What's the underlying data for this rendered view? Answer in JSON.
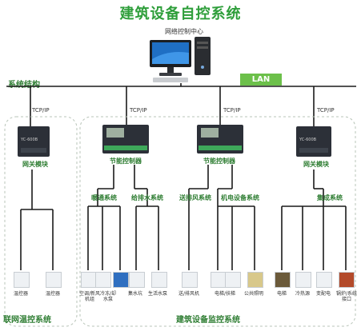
{
  "title": "建筑设备自控系统",
  "center": {
    "label": "网络控制中心"
  },
  "system_structure": "系统结构",
  "lan": "LAN",
  "protocol": "TCP/IP",
  "controllers": [
    {
      "label": "网关模块",
      "model": "YC-600B"
    },
    {
      "label": "节能控制器"
    },
    {
      "label": "节能控制器"
    },
    {
      "label": "网关模块",
      "model": "YC-600B"
    }
  ],
  "subsystems": [
    "暖通系统",
    "给排水系统",
    "送排风系统",
    "机电设备系统",
    "集成系统"
  ],
  "devices": [
    "温控器",
    "温控器",
    "空调/新风机组",
    "冷冻/却水泵",
    "集水坑",
    "生活水泵",
    "送/排风机",
    "电梯/扶梯",
    "公共照明",
    "电梯",
    "冷热源",
    "变配电",
    "锅炉/系统接口"
  ],
  "bottom_labels": [
    "联网温控系统",
    "建筑设备监控系统"
  ],
  "colors": {
    "accent": "#2e9e3a",
    "lan": "#6cc04a",
    "line": "#1a1a1a"
  }
}
